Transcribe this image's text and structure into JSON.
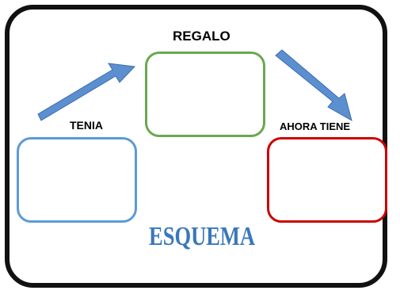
{
  "diagram": {
    "nodes": [
      {
        "id": "regalo",
        "label": "REGALO",
        "color": "#6aa84f"
      },
      {
        "id": "tenia",
        "label": "TENIA",
        "color": "#5b9bd5"
      },
      {
        "id": "ahora_tiene",
        "label": "AHORA TIENE",
        "color": "#cc0000"
      }
    ],
    "edges": [
      {
        "from": "tenia",
        "to": "regalo"
      },
      {
        "from": "regalo",
        "to": "ahora_tiene"
      }
    ],
    "title": "ESQUEMA",
    "colors": {
      "arrow": "#5b8fd0",
      "arrow_outline": "#3d6eae",
      "title": "#3a77bd",
      "frame": "#111111"
    }
  }
}
